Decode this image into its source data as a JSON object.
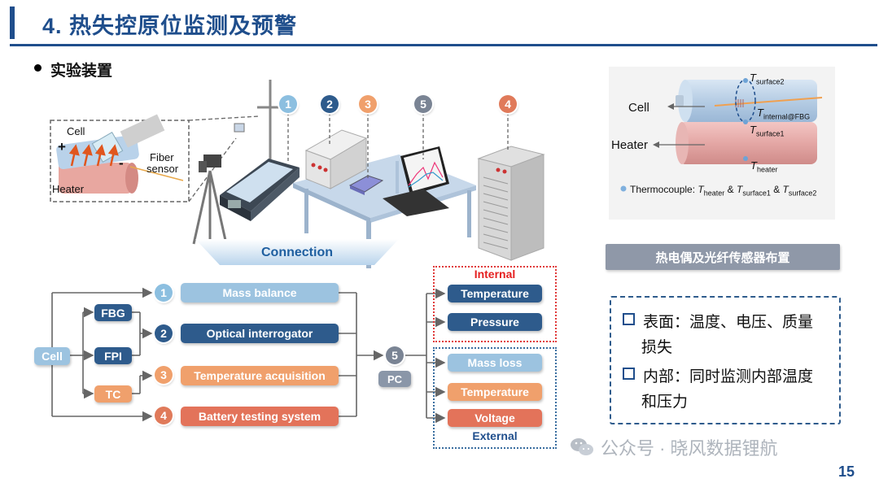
{
  "header": {
    "title": "4. 热失控原位监测及预警",
    "section": "实验装置"
  },
  "setup": {
    "badges": [
      "1",
      "2",
      "3",
      "5",
      "4"
    ],
    "inset": {
      "cell": "Cell",
      "heater": "Heater",
      "fiber": "Fiber",
      "sensor": "sensor",
      "plus": "+",
      "minus": "-"
    },
    "connection": "Connection"
  },
  "flow": {
    "cell": "Cell",
    "fbg": "FBG",
    "fpi": "FPI",
    "tc": "TC",
    "steps": [
      {
        "num": "1",
        "label": "Mass balance"
      },
      {
        "num": "2",
        "label": "Optical interrogator"
      },
      {
        "num": "3",
        "label": "Temperature acquisition"
      },
      {
        "num": "4",
        "label": "Battery testing system"
      }
    ],
    "pc_num": "5",
    "pc": "PC",
    "internal_label": "Internal",
    "internal": [
      "Temperature",
      "Pressure"
    ],
    "external": [
      "Mass loss",
      "Temperature",
      "Voltage"
    ],
    "external_label": "External"
  },
  "sensor_diagram": {
    "cell": "Cell",
    "heater": "Heater",
    "t_surface2": "surface2",
    "t_internal": "internal@FBG",
    "t_surface1": "surface1",
    "t_heater": "heater",
    "T": "T",
    "legend_prefix": "Thermocouple:",
    "amp": "&",
    "caption": "热电偶及光纤传感器布置"
  },
  "notes": [
    "表面：温度、电压、质量",
    "损失",
    "内部：同时监测内部温度",
    "和压力"
  ],
  "watermark": "公众号 · 晓风数据锂航",
  "page_number": "15",
  "colors": {
    "navy": "#1f4e8c",
    "light_blue": "#9cc3e0",
    "orange": "#f0a06c",
    "red": "#e3735a",
    "gray": "#8a96a8"
  }
}
